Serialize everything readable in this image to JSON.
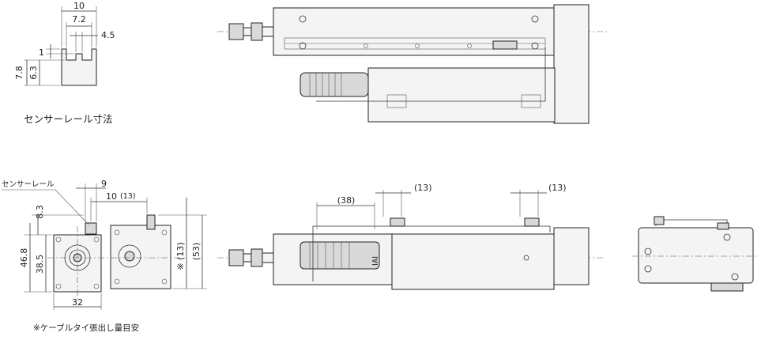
{
  "rail_section": {
    "title": "センサーレール寸法",
    "dims": {
      "width": "10",
      "inner": "7.2",
      "slot": "4.5",
      "lip": "1",
      "height": "7.8",
      "depth": "6.3"
    }
  },
  "front_view": {
    "callout": "センサーレール",
    "dims": {
      "d9": "9",
      "d10": "10",
      "d13": "(13)",
      "d83": "8.3",
      "d468": "46.8",
      "d385": "38.5",
      "d32": "32",
      "d53": "(53)",
      "d13v": "※ (13)"
    }
  },
  "side_view": {
    "dims": {
      "d38": "(38)",
      "d13a": "(13)",
      "d13b": "(13)"
    },
    "logo": "IAI"
  },
  "footnote": "※ケーブルタイ張出し量目安"
}
